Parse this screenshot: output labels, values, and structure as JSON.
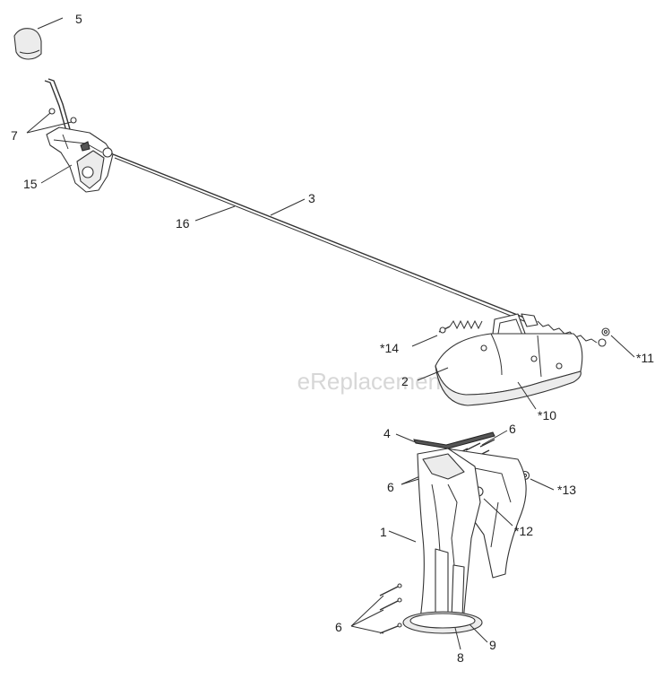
{
  "watermark": "eReplacementParts.com",
  "callouts": {
    "c5": "5",
    "c7": "7",
    "c15": "15",
    "c16": "16",
    "c3": "3",
    "c14": "*14",
    "c11": "*11",
    "c2": "2",
    "c10": "*10",
    "c4": "4",
    "c6a": "6",
    "c6b": "6",
    "c13": "*13",
    "c1": "1",
    "c12": "*12",
    "c6c": "6",
    "c9": "9",
    "c8": "8"
  }
}
